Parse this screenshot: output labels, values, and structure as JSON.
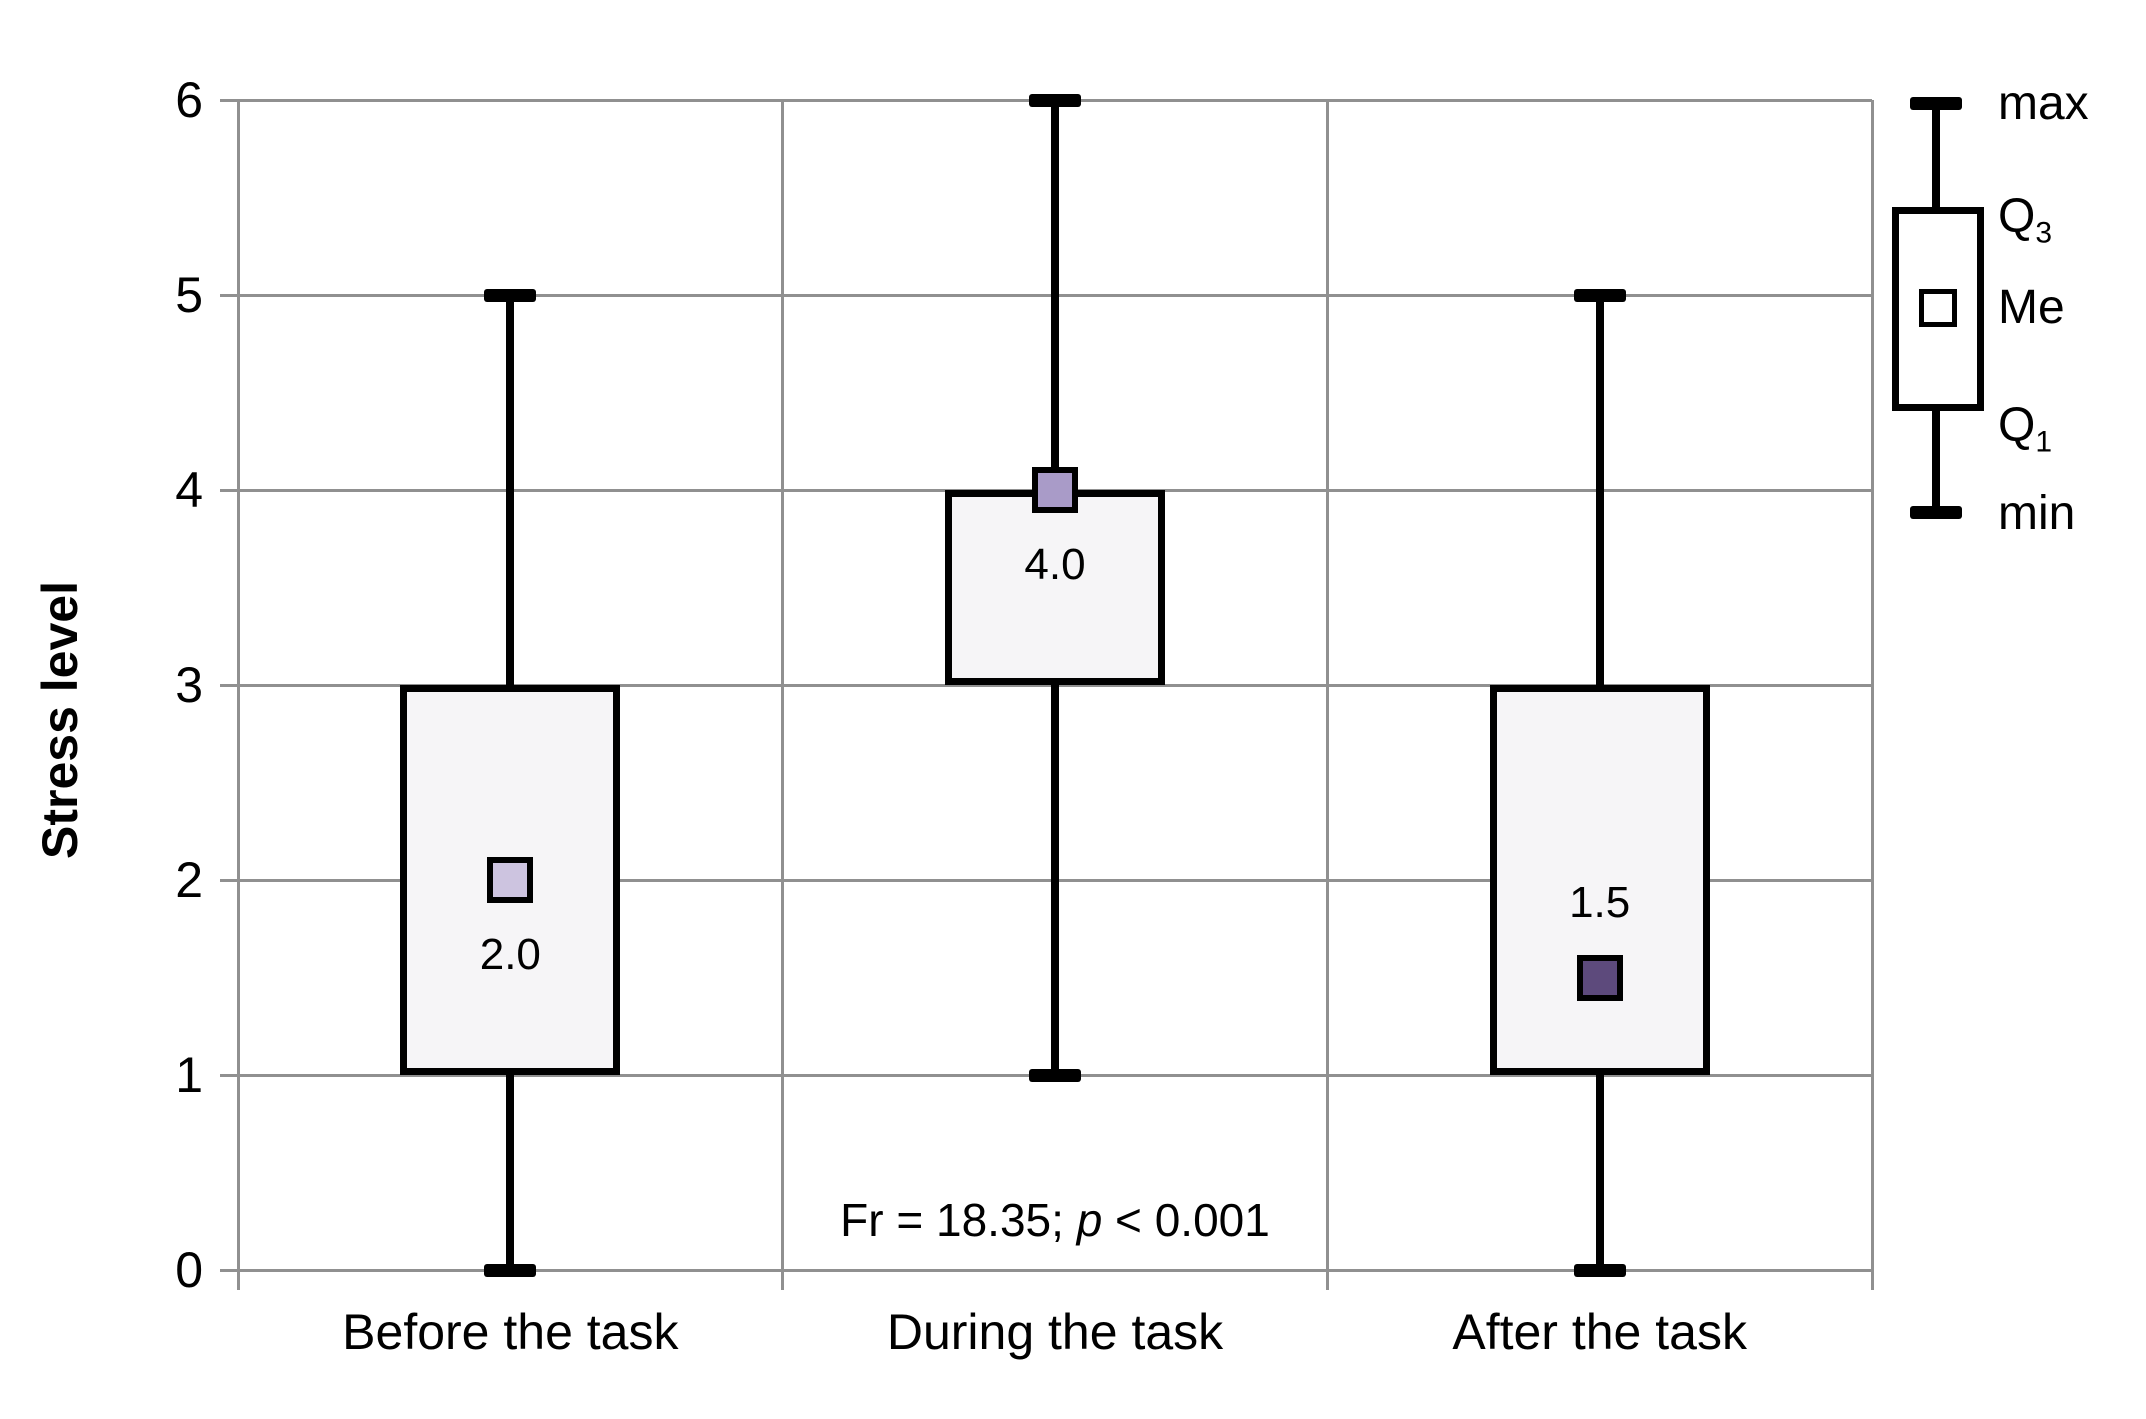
{
  "chart_data": {
    "type": "box",
    "ylabel": "Stress level",
    "ylim": [
      0,
      6
    ],
    "yticks": [
      0,
      1,
      2,
      3,
      4,
      5,
      6
    ],
    "grid": true,
    "legend_position": "top-right",
    "categories": [
      "Before the task",
      "During the task",
      "After the task"
    ],
    "series": [
      {
        "category": "Before the task",
        "min": 0,
        "q1": 1,
        "median": 2,
        "q3": 3,
        "max": 5,
        "median_label": "2.0",
        "marker_color": "#cdc4e0",
        "label_position": "below"
      },
      {
        "category": "During the task",
        "min": 1,
        "q1": 3,
        "median": 4,
        "q3": 4,
        "max": 6,
        "median_label": "4.0",
        "marker_color": "#a99bc8",
        "label_position": "below"
      },
      {
        "category": "After the task",
        "min": 0,
        "q1": 1,
        "median": 1.5,
        "q3": 3,
        "max": 5,
        "median_label": "1.5",
        "marker_color": "#5d4a7c",
        "label_position": "above"
      }
    ],
    "annotation": {
      "prefix": "Fr = 18.35; ",
      "italic": "p",
      "suffix": " < 0.001"
    },
    "legend": {
      "max": "max",
      "q3_base": "Q",
      "q3_sub": "3",
      "me": "Me",
      "q1_base": "Q",
      "q1_sub": "1",
      "min": "min"
    }
  },
  "colors": {
    "background": "#ffffff",
    "grid": "#909090",
    "box_fill": "#f6f5f7",
    "box_border": "#000000",
    "text": "#000000"
  }
}
